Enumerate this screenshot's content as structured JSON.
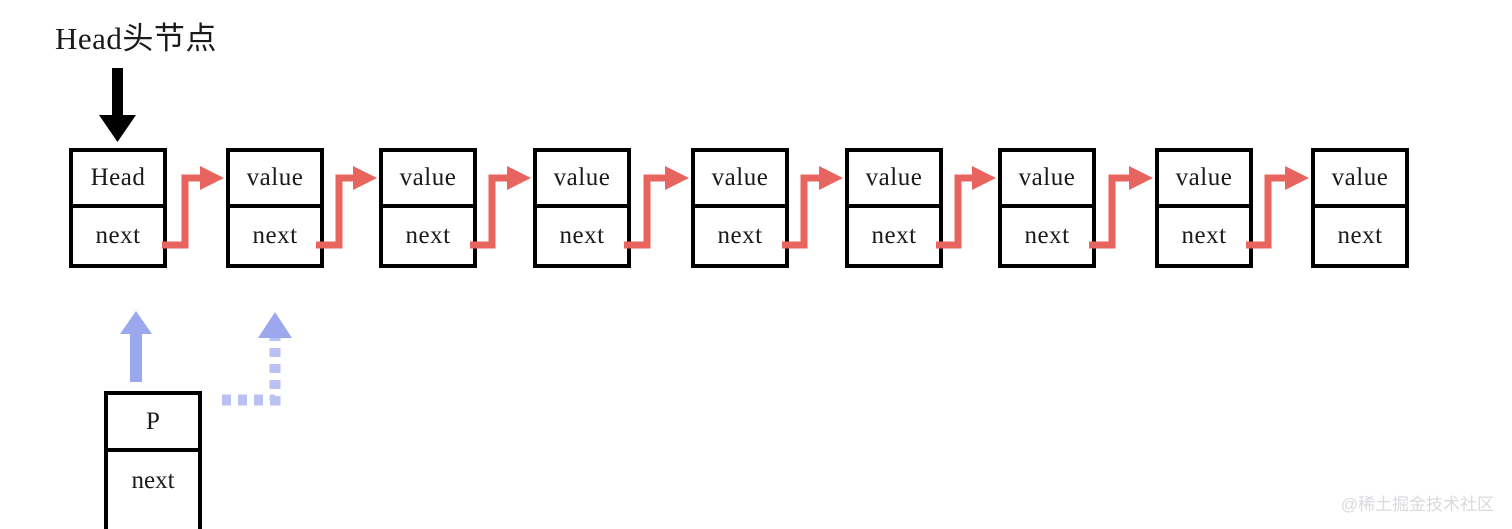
{
  "diagram": {
    "title": "Head头节点",
    "watermark": "@稀土掘金技术社区",
    "colors": {
      "node_border": "#000000",
      "link_arrow": "#e8655f",
      "pointer_arrow": "#9ba8ee",
      "head_arrow": "#000000",
      "background": "#ffffff",
      "watermark": "#d9dade"
    },
    "list_nodes": [
      {
        "value_label": "Head",
        "next_label": "next",
        "has_next_link": true
      },
      {
        "value_label": "value",
        "next_label": "next",
        "has_next_link": true
      },
      {
        "value_label": "value",
        "next_label": "next",
        "has_next_link": true
      },
      {
        "value_label": "value",
        "next_label": "next",
        "has_next_link": true
      },
      {
        "value_label": "value",
        "next_label": "next",
        "has_next_link": true
      },
      {
        "value_label": "value",
        "next_label": "next",
        "has_next_link": true
      },
      {
        "value_label": "value",
        "next_label": "next",
        "has_next_link": true
      },
      {
        "value_label": "value",
        "next_label": "next",
        "has_next_link": true
      },
      {
        "value_label": "value",
        "next_label": "next",
        "has_next_link": false
      }
    ],
    "pointer_node": {
      "value_label": "P",
      "next_label": "next"
    },
    "pointer_arrows": [
      {
        "style": "solid",
        "target": "head-node"
      },
      {
        "style": "dashed",
        "target": "second-node"
      }
    ]
  }
}
